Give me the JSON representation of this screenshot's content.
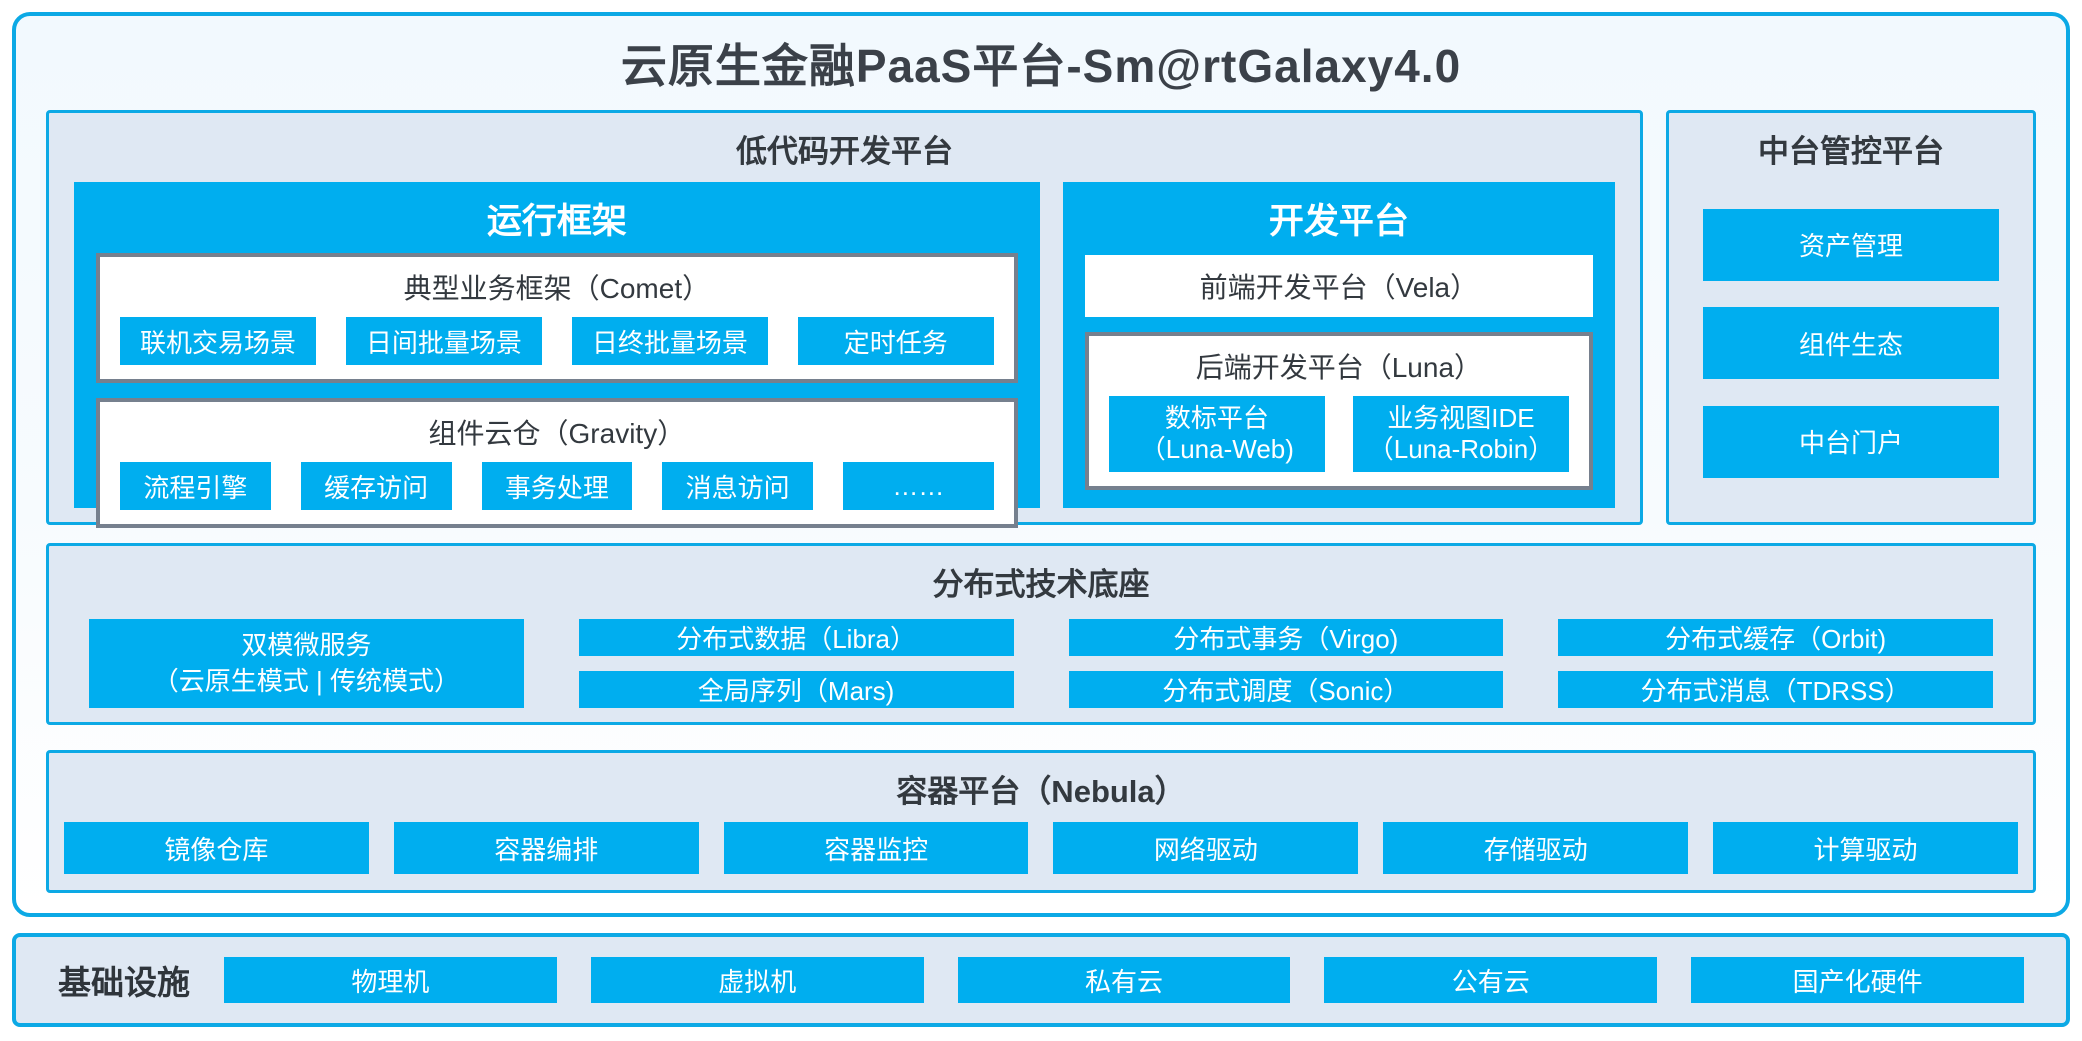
{
  "title": "云原生金融PaaS平台-Sm@rtGalaxy4.0",
  "low_code": {
    "header": "低代码开发平台",
    "runtime": {
      "title": "运行框架",
      "comet": {
        "title": "典型业务框架（Comet）",
        "items": [
          "联机交易场景",
          "日间批量场景",
          "日终批量场景",
          "定时任务"
        ]
      },
      "gravity": {
        "title": "组件云仓（Gravity）",
        "items": [
          "流程引擎",
          "缓存访问",
          "事务处理",
          "消息访问",
          "……"
        ]
      }
    },
    "dev": {
      "title": "开发平台",
      "vela": "前端开发平台（Vela）",
      "luna": {
        "title": "后端开发平台（Luna）",
        "items": [
          {
            "line1": "数标平台",
            "line2": "（Luna-Web)"
          },
          {
            "line1": "业务视图IDE",
            "line2": "（Luna-Robin）"
          }
        ]
      }
    }
  },
  "mid_platform": {
    "header": "中台管控平台",
    "items": [
      "资产管理",
      "组件生态",
      "中台门户"
    ]
  },
  "distributed": {
    "header": "分布式技术底座",
    "dual": {
      "line1": "双模微服务",
      "line2": "（云原生模式 | 传统模式）"
    },
    "grid": [
      "分布式数据（Libra）",
      "分布式事务（Virgo)",
      "分布式缓存（Orbit)",
      "全局序列（Mars)",
      "分布式调度（Sonic）",
      "分布式消息（TDRSS）"
    ]
  },
  "container": {
    "header": "容器平台（Nebula）",
    "items": [
      "镜像仓库",
      "容器编排",
      "容器监控",
      "网络驱动",
      "存储驱动",
      "计算驱动"
    ]
  },
  "infra": {
    "label": "基础设施",
    "items": [
      "物理机",
      "虚拟机",
      "私有云",
      "公有云",
      "国产化硬件"
    ]
  },
  "colors": {
    "accent_blue": "#00aeef",
    "border_blue": "#0ca9e5",
    "panel_bg": "#dfe8f3",
    "box_border_gray": "#76808e",
    "text_dark": "#363c44",
    "text_white": "#ffffff"
  }
}
